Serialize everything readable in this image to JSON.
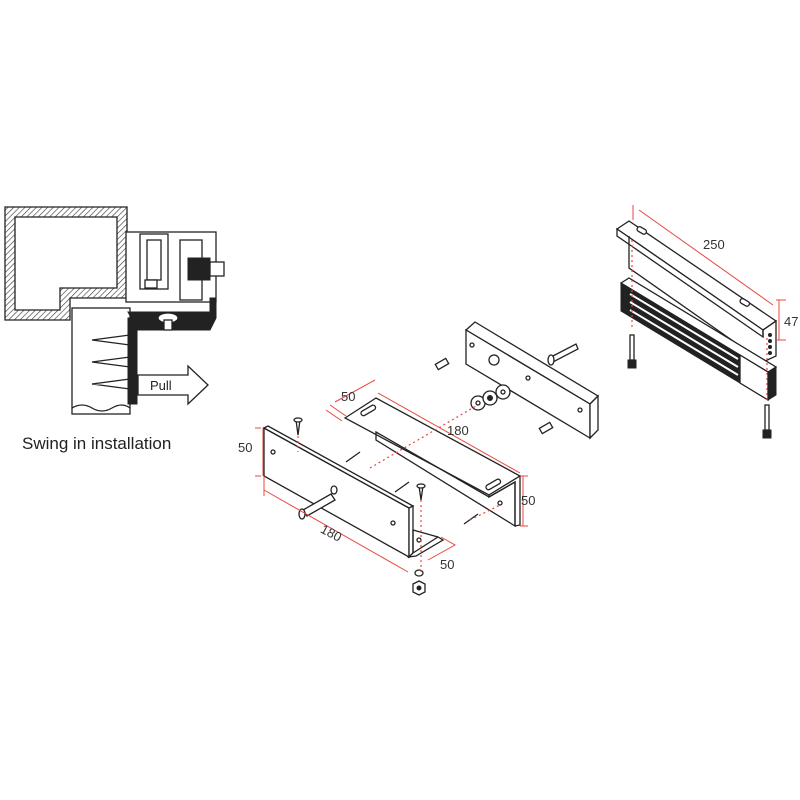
{
  "swing_diagram": {
    "arrow_label": "Pull",
    "caption": "Swing in installation"
  },
  "bracket_kit": {
    "z_bracket": {
      "width": "50",
      "length": "180",
      "height": "50"
    },
    "l_bracket": {
      "height": "50",
      "length": "180",
      "width": "50"
    }
  },
  "magnet_lock": {
    "length": "250",
    "height": "47"
  },
  "colors": {
    "dimension_lines": "#e8473f",
    "outline": "#222222"
  }
}
